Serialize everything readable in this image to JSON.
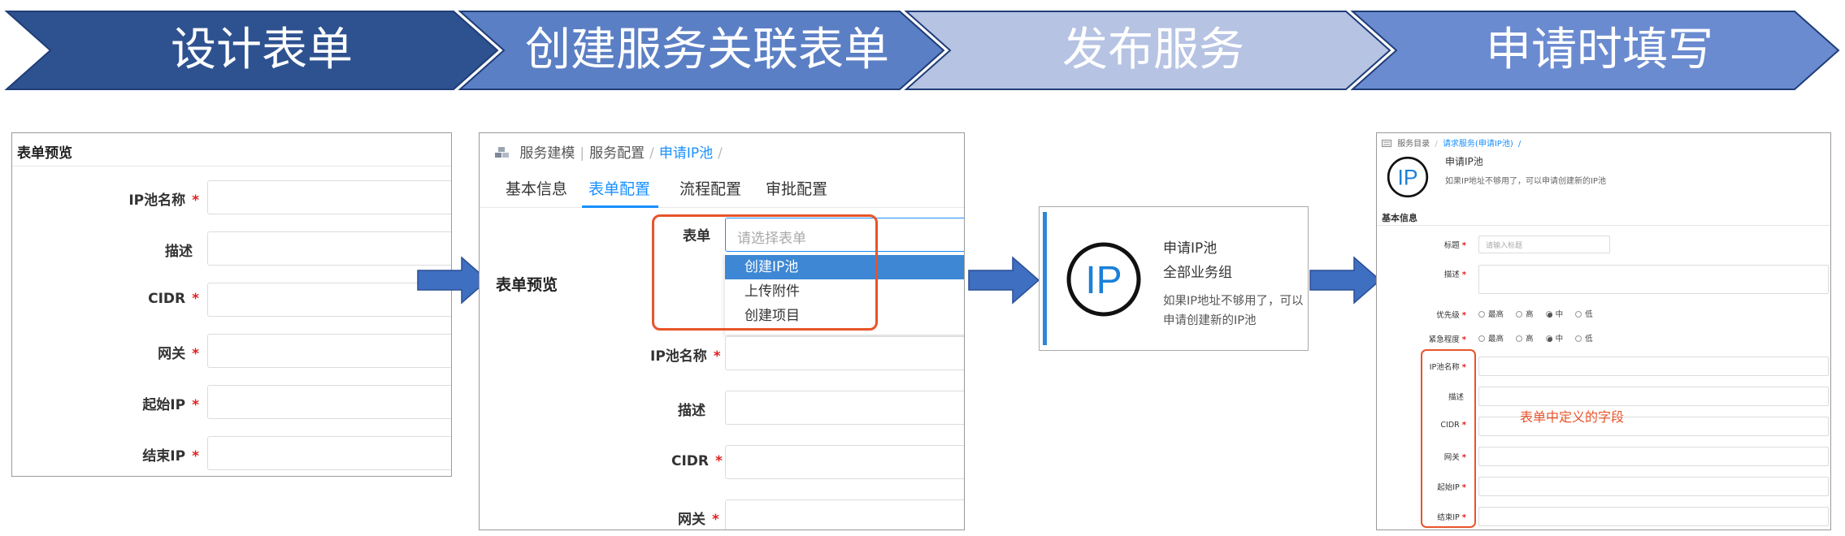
{
  "banner": {
    "steps": [
      {
        "label": "设计表单",
        "color": "#2e5290"
      },
      {
        "label": "创建服务关联表单",
        "color": "#5b7fc4"
      },
      {
        "label": "发布服务",
        "color": "#b6c3e3"
      },
      {
        "label": "申请时填写",
        "color": "#6b8bd0"
      }
    ]
  },
  "colors": {
    "required": "#e02020",
    "accent": "#1890ff",
    "highlight": "#e8542a",
    "arrow": "#3f6fc0"
  },
  "panel1": {
    "title": "表单预览",
    "fields": [
      {
        "label": "IP池名称",
        "required": "*"
      },
      {
        "label": "描述",
        "required": ""
      },
      {
        "label": "CIDR",
        "required": "*"
      },
      {
        "label": "网关",
        "required": "*"
      },
      {
        "label": "起始IP",
        "required": "*"
      },
      {
        "label": "结束IP",
        "required": "*"
      }
    ]
  },
  "panel2": {
    "breadcrumb": {
      "icon": "cubes-icon",
      "item1": "服务建模",
      "item2": "服务配置",
      "current": "申请IP池",
      "sep": "/"
    },
    "tabs": [
      "基本信息",
      "表单配置",
      "流程配置",
      "审批配置"
    ],
    "active_tab": "表单配置",
    "form_label": "表单",
    "select_placeholder": "请选择表单",
    "options": [
      "创建IP池",
      "上传附件",
      "创建项目"
    ],
    "selected_option": "创建IP池",
    "preview_title": "表单预览",
    "fields": [
      {
        "label": "IP池名称",
        "required": "*"
      },
      {
        "label": "描述",
        "required": ""
      },
      {
        "label": "CIDR",
        "required": "*"
      },
      {
        "label": "网关",
        "required": "*"
      }
    ]
  },
  "panel3": {
    "logo_text": "IP",
    "title": "申请IP池",
    "group": "全部业务组",
    "description": "如果IP地址不够用了，可以申请创建新的IP池"
  },
  "panel4": {
    "breadcrumb": {
      "item1": "服务目录",
      "current": "请求服务(申请IP池)",
      "sep": "/"
    },
    "logo_text": "IP",
    "title": "申请IP池",
    "description": "如果IP地址不够用了，可以申请创建新的IP池",
    "section": "基本信息",
    "title_label": "标题",
    "title_placeholder": "请输入标题",
    "desc_label": "描述",
    "priority_label": "优先级",
    "urgency_label": "紧急程度",
    "levels": [
      "最高",
      "高",
      "中",
      "低"
    ],
    "selected_level": "中",
    "fields": [
      {
        "label": "IP池名称",
        "required": "*"
      },
      {
        "label": "描述",
        "required": ""
      },
      {
        "label": "CIDR",
        "required": "*"
      },
      {
        "label": "网关",
        "required": "*"
      },
      {
        "label": "起始IP",
        "required": "*"
      },
      {
        "label": "结束IP",
        "required": "*"
      }
    ],
    "annotation": "表单中定义的字段"
  }
}
